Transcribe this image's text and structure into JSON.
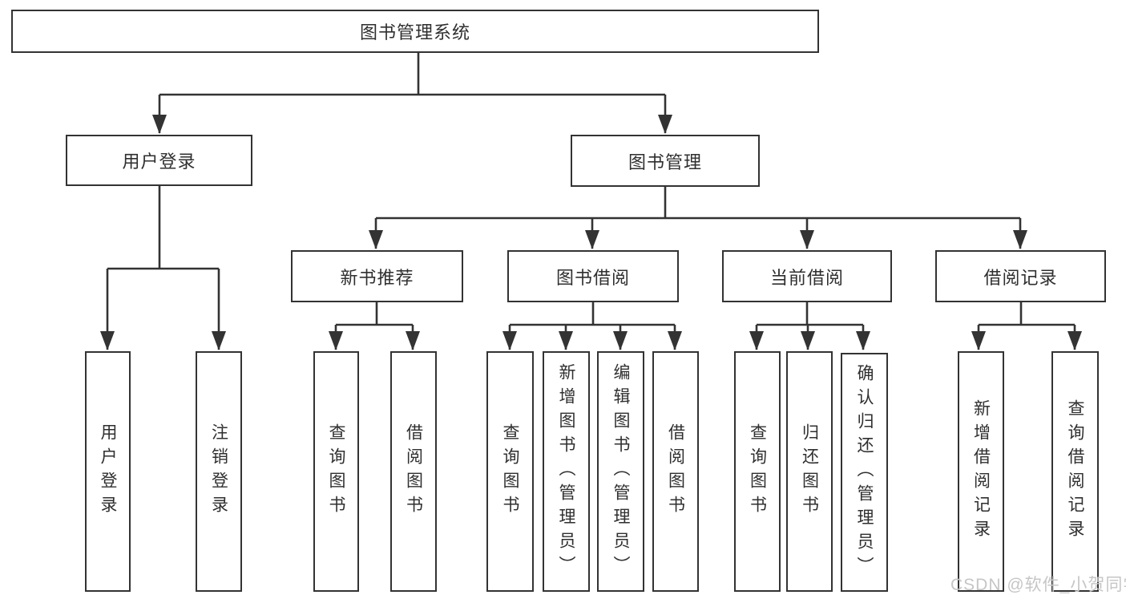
{
  "colors": {
    "line": "#333333",
    "text": "#2f2f2f",
    "box_background": "#ffffff",
    "background": "#ffffff",
    "watermark": "#c6c6c6"
  },
  "watermark": "CSDN @软件_小贺同学",
  "diagram": {
    "root": {
      "label": "图书管理系统"
    },
    "branches": [
      {
        "label": "用户登录",
        "children": [
          "用户登录",
          "注销登录"
        ]
      },
      {
        "label": "图书管理",
        "children": [
          {
            "label": "新书推荐",
            "children": [
              "查询图书",
              "借阅图书"
            ]
          },
          {
            "label": "图书借阅",
            "children": [
              "查询图书",
              "新增图书（管理员）",
              "编辑图书（管理员）",
              "借阅图书"
            ]
          },
          {
            "label": "当前借阅",
            "children": [
              "查询图书",
              "归还图书",
              "确认归还（管理员）"
            ]
          },
          {
            "label": "借阅记录",
            "children": [
              "新增借阅记录",
              "查询借阅记录"
            ]
          }
        ]
      }
    ]
  }
}
